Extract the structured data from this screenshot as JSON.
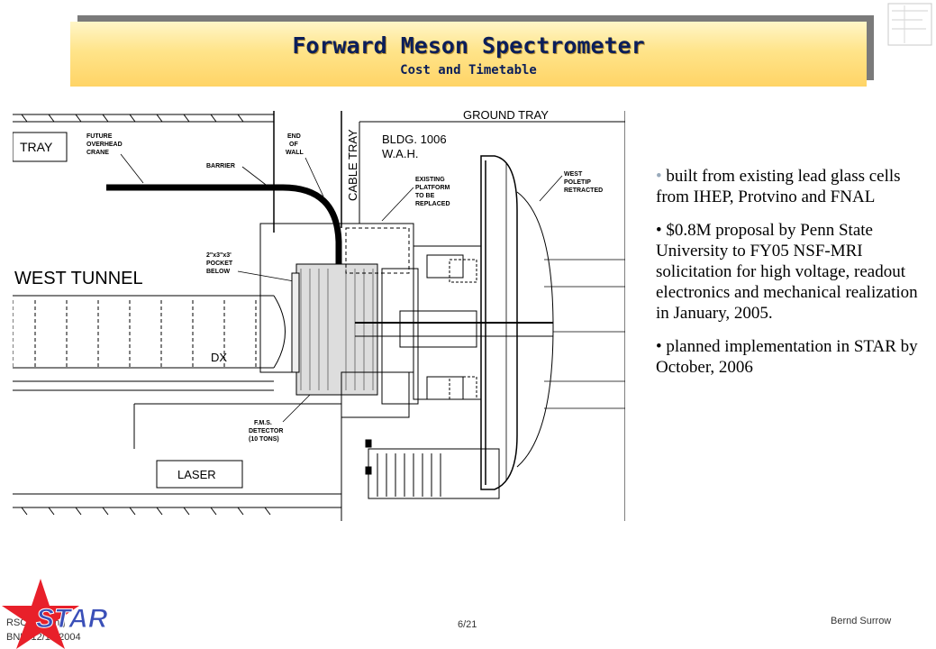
{
  "header": {
    "title": "Forward Meson Spectrometer",
    "subtitle": "Cost and Timetable"
  },
  "drawing": {
    "labels": {
      "tray": "TRAY",
      "crane": [
        "FUTURE",
        "OVERHEAD",
        "CRANE"
      ],
      "barrier": "BARRIER",
      "end_of_wall": [
        "END",
        "OF",
        "WALL"
      ],
      "cable_tray": "CABLE TRAY",
      "building": [
        "BLDG. 1006",
        "W.A.H."
      ],
      "platform": [
        "EXISTING",
        "PLATFORM",
        "TO BE",
        "REPLACED"
      ],
      "poletip": [
        "WEST",
        "POLETIP",
        "RETRACTED"
      ],
      "ground_tray": "GROUND TRAY",
      "pocket": [
        "2\"x3\"x3'",
        "POCKET",
        "BELOW"
      ],
      "west_tunnel": "WEST TUNNEL",
      "dx": "DX",
      "fms": [
        "F.M.S.",
        "DETECTOR",
        "(10 TONS)"
      ],
      "laser": "LASER"
    }
  },
  "bullets": [
    "built from existing lead glass cells from IHEP, Protvino and FNAL",
    "$0.8M proposal by Penn State University to FY05 NSF-MRI solicitation for high voltage, readout electronics and mechanical realization in January, 2005.",
    "planned implementation in STAR by October, 2006"
  ],
  "footer": {
    "left_line1": "RSC Meeting",
    "left_line2": "BNL, 12/17/2004",
    "page": "6/21",
    "author": "Bernd Surrow",
    "logo_text": "STAR"
  },
  "colors": {
    "title_text": "#0b1e5a",
    "title_bg": "#ffe48a",
    "star_red": "#e8202a",
    "logo_blue": "#3a4fb8"
  }
}
